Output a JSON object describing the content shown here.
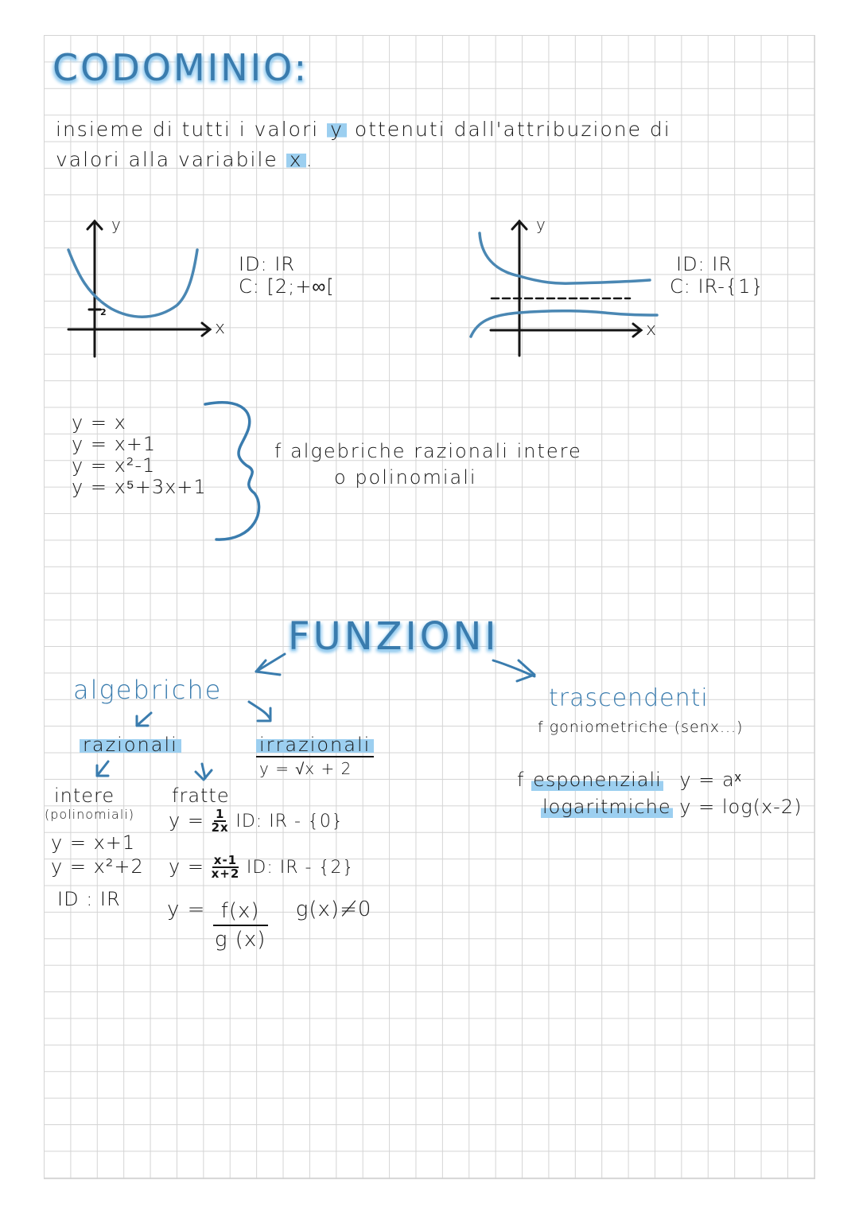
{
  "colors": {
    "ink": "#151515",
    "blue_ink": "#3a7cae",
    "highlight": "#9ccff0",
    "grid": "#d4d4d4",
    "paper": "#ffffff"
  },
  "title": "CODOMINIO:",
  "definition": {
    "line1_a": "insieme di tutti i valori",
    "line1_var": "y",
    "line1_b": "ottenuti dall'attribuzione di",
    "line2_a": "valori alla variabile",
    "line2_var": "x",
    "line2_end": "."
  },
  "graph1": {
    "y_label": "y",
    "x_label": "x",
    "tick_label": "2",
    "domain": "ID: IR",
    "codomain": "C: [2;+∞["
  },
  "graph2": {
    "y_label": "y",
    "x_label": "x",
    "domain": "ID: IR",
    "codomain": "C: IR-{1}"
  },
  "polynomials": {
    "equations": [
      "y = x",
      "y = x+1",
      "y = x²-1",
      "y = x⁵+3x+1"
    ],
    "label_line1": "f algebriche razionali intere",
    "label_line2": "o polinomiali"
  },
  "tree": {
    "root": "FUNZIONI",
    "algebriche": {
      "label": "algebriche",
      "razionali": {
        "label": "razionali",
        "intere": {
          "label": "intere",
          "sublabel": "(polinomiali)",
          "examples": [
            "y = x+1",
            "y = x²+2"
          ],
          "domain": "ID : IR"
        },
        "fratte": {
          "label": "fratte",
          "ex1_lhs": "y =",
          "ex1_num": "1",
          "ex1_den": "2x",
          "ex1_domain": "ID: IR - {0}",
          "ex2_lhs": "y =",
          "ex2_num": "x-1",
          "ex2_den": "x+2",
          "ex2_domain": "ID: IR - {2}",
          "ex3_lhs": "y =",
          "ex3_num": "f(x)",
          "ex3_den": "g (x)",
          "ex3_condition": "g(x)≠0"
        }
      },
      "irrazionali": {
        "label": "irrazionali",
        "example": "y = √x + 2"
      }
    },
    "trascendenti": {
      "label": "trascendenti",
      "goniometriche": "f goniometriche (senx...)",
      "esponenziali_prefix": "f",
      "esponenziali": "esponenziali",
      "esponenziali_eq": "y = aˣ",
      "logaritmiche": "logaritmiche",
      "logaritmiche_eq": "y = log(x-2)"
    }
  }
}
